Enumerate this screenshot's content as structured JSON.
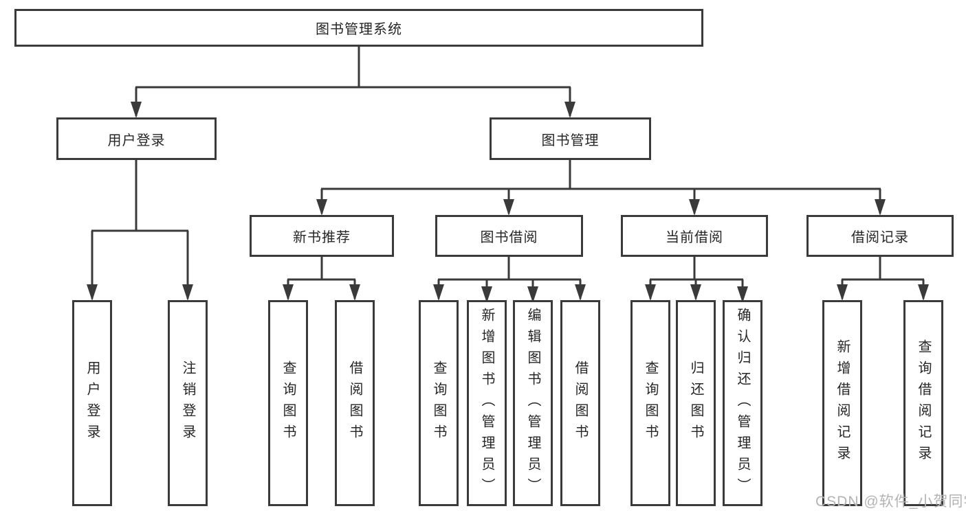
{
  "diagram": {
    "type": "hierarchy-tree",
    "title": "图书管理系统",
    "nodes": {
      "root": "图书管理系统",
      "user_login": "用户登录",
      "book_mgmt": "图书管理",
      "new_book_rec": "新书推荐",
      "book_borrow": "图书借阅",
      "current_borrow": "当前借阅",
      "borrow_records": "借阅记录",
      "leaf_user_login": "用户登录",
      "leaf_logout": "注销登录",
      "leaf_nb_query": "查询图书",
      "leaf_nb_borrow": "借阅图书",
      "leaf_bb_query": "查询图书",
      "leaf_bb_add": "新增图书（管理员）",
      "leaf_bb_edit": "编辑图书（管理员）",
      "leaf_bb_borrow": "借阅图书",
      "leaf_cb_query": "查询图书",
      "leaf_cb_return": "归还图书",
      "leaf_cb_confirm": "确认归还（管理员）",
      "leaf_br_add": "新增借阅记录",
      "leaf_br_query": "查询借阅记录"
    },
    "hierarchy": {
      "图书管理系统": {
        "用户登录": [
          "用户登录",
          "注销登录"
        ],
        "图书管理": {
          "新书推荐": [
            "查询图书",
            "借阅图书"
          ],
          "图书借阅": [
            "查询图书",
            "新增图书（管理员）",
            "编辑图书（管理员）",
            "借阅图书"
          ],
          "当前借阅": [
            "查询图书",
            "归还图书",
            "确认归还（管理员）"
          ],
          "借阅记录": [
            "新增借阅记录",
            "查询借阅记录"
          ]
        }
      }
    },
    "colors": {
      "line": "#3a3a3a",
      "box_border": "#3a3a3a",
      "box_fill": "#ffffff",
      "text": "#262626",
      "watermark": "#b3b3b3",
      "background": "#ffffff"
    }
  },
  "watermark": "CSDN @软件_小贺同学"
}
